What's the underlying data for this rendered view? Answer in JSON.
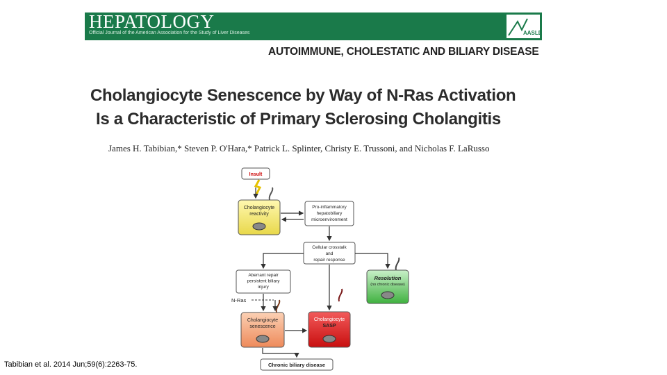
{
  "journal": {
    "name": "HEPATOLOGY",
    "subtitle": "Official Journal of the American Association for the Study of Liver Diseases",
    "logo_text": "AASLD"
  },
  "section": "AUTOIMMUNE, CHOLESTATIC AND BILIARY DISEASE",
  "article": {
    "title_line1": "Cholangiocyte Senescence by Way of N-Ras Activation",
    "title_line2": "Is a Characteristic of Primary Sclerosing Cholangitis",
    "authors": "James H. Tabibian,* Steven P. O'Hara,* Patrick L. Splinter, Christy E. Trussoni, and Nicholas F. LaRusso"
  },
  "diagram": {
    "insult": "Insult",
    "reactivity": [
      "Cholangiocyte",
      "reactivity"
    ],
    "proinflammatory": [
      "Pro-inflammatory",
      "hepatobiliary",
      "microenvironment"
    ],
    "crosstalk": [
      "Cellular crosstalk",
      "and",
      "repair response"
    ],
    "aberrant": [
      "Aberrant repair",
      "persistent biliary",
      "injury"
    ],
    "resolution": [
      "Resolution",
      "(no chronic disease)"
    ],
    "nras": "N-Ras",
    "senescence": [
      "Cholangiocyte",
      "senescence"
    ],
    "sasp": [
      "Cholangiocyte",
      "SASP"
    ],
    "chronic": "Chronic biliary disease",
    "colors": {
      "reactivity": "#f3ea7a",
      "senescence": "#f2a27a",
      "sasp": "#e02020",
      "resolution": "#5cc85c"
    }
  },
  "citation": "Tabibian et al. 2014 Jun;59(6):2263-75."
}
